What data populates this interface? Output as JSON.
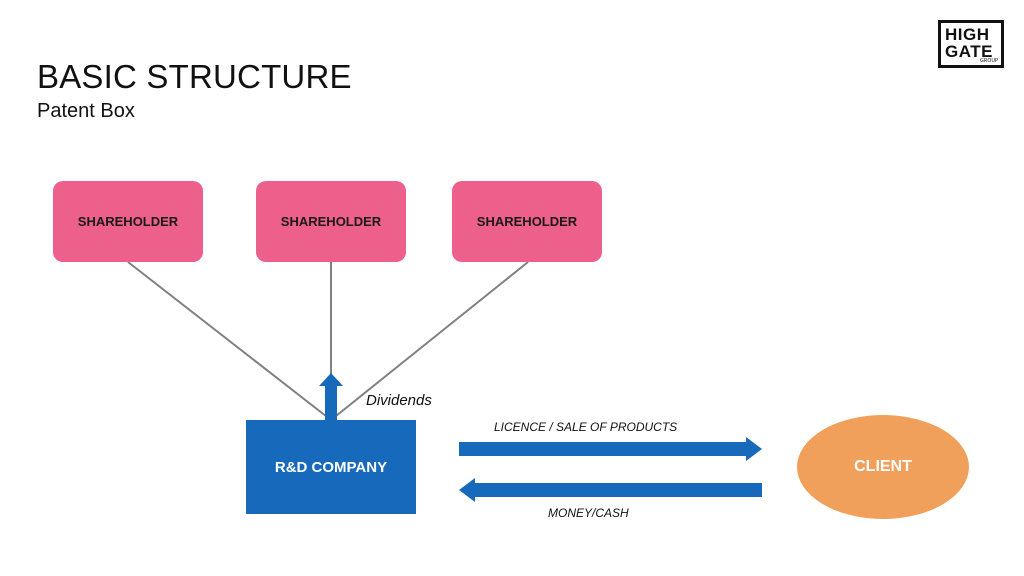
{
  "header": {
    "title": "BASIC STRUCTURE",
    "subtitle": "Patent Box"
  },
  "logo": {
    "line1": "HIGH",
    "line2": "GATE",
    "line3": "GROUP"
  },
  "nodes": {
    "shareholders": [
      "SHAREHOLDER",
      "SHAREHOLDER",
      "SHAREHOLDER"
    ],
    "company": "R&D COMPANY",
    "client": "CLIENT"
  },
  "flows": {
    "dividends": "Dividends",
    "to_client": "LICENCE / SALE OF PRODUCTS",
    "from_client": "MONEY/CASH"
  },
  "colors": {
    "shareholder": "#ee608c",
    "company": "#1669bb",
    "client": "#f0a05a",
    "arrow": "#1669bb",
    "connector": "#808080"
  }
}
